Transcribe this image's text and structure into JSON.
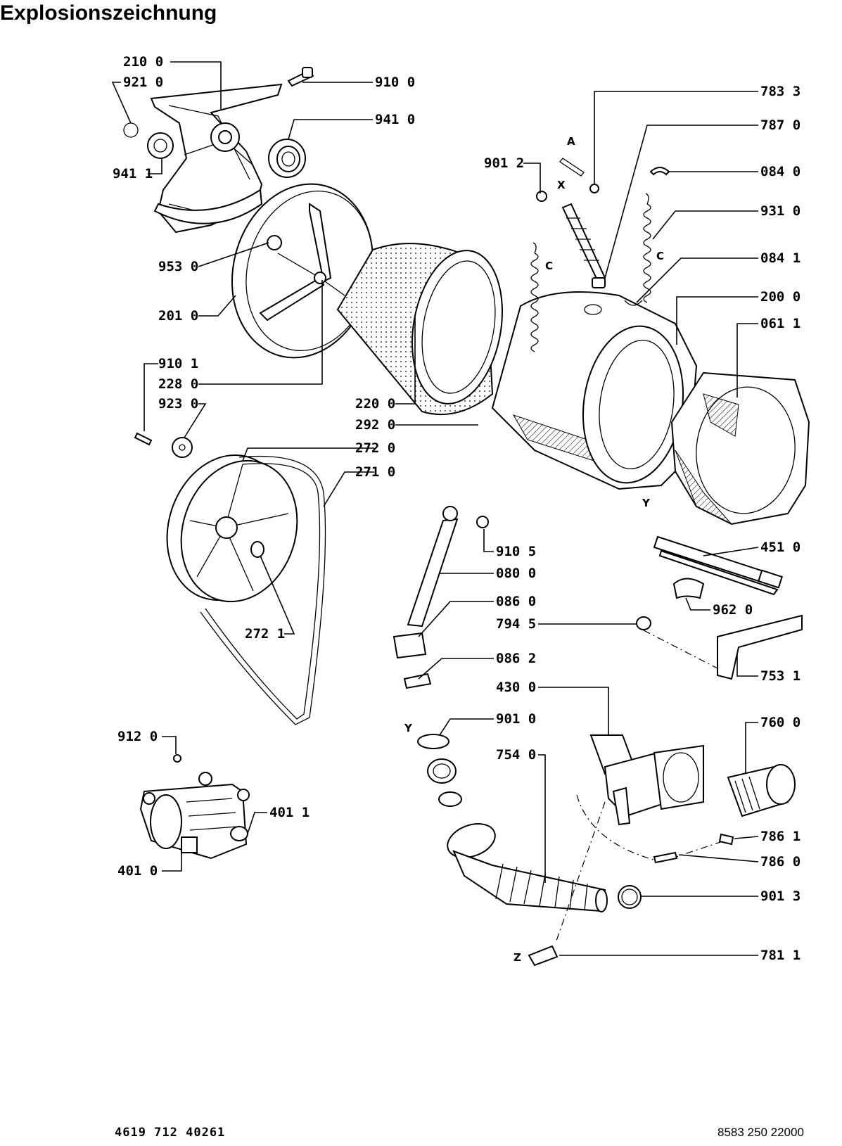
{
  "title": "Explosionszeichnung",
  "callouts": [
    {
      "id": "p2100",
      "text": "210 0"
    },
    {
      "id": "p9210",
      "text": "921 0"
    },
    {
      "id": "p9100",
      "text": "910 0"
    },
    {
      "id": "p9410",
      "text": "941 0"
    },
    {
      "id": "p9411",
      "text": "941 1"
    },
    {
      "id": "p7833",
      "text": "783 3"
    },
    {
      "id": "p7870",
      "text": "787 0"
    },
    {
      "id": "p9012",
      "text": "901 2"
    },
    {
      "id": "p0840",
      "text": "084 0"
    },
    {
      "id": "p9310",
      "text": "931 0"
    },
    {
      "id": "p0841",
      "text": "084 1"
    },
    {
      "id": "p9530",
      "text": "953 0"
    },
    {
      "id": "p2000",
      "text": "200 0"
    },
    {
      "id": "p2010",
      "text": "201 0"
    },
    {
      "id": "p0611",
      "text": "061 1"
    },
    {
      "id": "p9101",
      "text": "910 1"
    },
    {
      "id": "p2280",
      "text": "228 0"
    },
    {
      "id": "p9230",
      "text": "923 0"
    },
    {
      "id": "p2200",
      "text": "220 0"
    },
    {
      "id": "p2920",
      "text": "292 0"
    },
    {
      "id": "p2720",
      "text": "272 0"
    },
    {
      "id": "p2710",
      "text": "271 0"
    },
    {
      "id": "p4510",
      "text": "451 0"
    },
    {
      "id": "p9105",
      "text": "910 5"
    },
    {
      "id": "p0800",
      "text": "080 0"
    },
    {
      "id": "p9620",
      "text": "962 0"
    },
    {
      "id": "p0860",
      "text": "086 0"
    },
    {
      "id": "p7945",
      "text": "794 5"
    },
    {
      "id": "p2721",
      "text": "272 1"
    },
    {
      "id": "p0862",
      "text": "086 2"
    },
    {
      "id": "p7531",
      "text": "753 1"
    },
    {
      "id": "p4300",
      "text": "430 0"
    },
    {
      "id": "p9010",
      "text": "901 0"
    },
    {
      "id": "p7600",
      "text": "760 0"
    },
    {
      "id": "p9120",
      "text": "912 0"
    },
    {
      "id": "p7540",
      "text": "754 0"
    },
    {
      "id": "p4011",
      "text": "401 1"
    },
    {
      "id": "p7861",
      "text": "786 1"
    },
    {
      "id": "p4010",
      "text": "401 0"
    },
    {
      "id": "p7860",
      "text": "786 0"
    },
    {
      "id": "p9013",
      "text": "901 3"
    },
    {
      "id": "p7811",
      "text": "781 1"
    }
  ],
  "connection_letters": [
    {
      "id": "lA",
      "text": "A"
    },
    {
      "id": "lX",
      "text": "X"
    },
    {
      "id": "lC1",
      "text": "C"
    },
    {
      "id": "lC2",
      "text": "C"
    },
    {
      "id": "lY1",
      "text": "Y"
    },
    {
      "id": "lY2",
      "text": "Y"
    },
    {
      "id": "lZ",
      "text": "Z"
    }
  ],
  "footer": {
    "left_code": "4619 712 40261",
    "right_code": "8583 250 22000"
  }
}
